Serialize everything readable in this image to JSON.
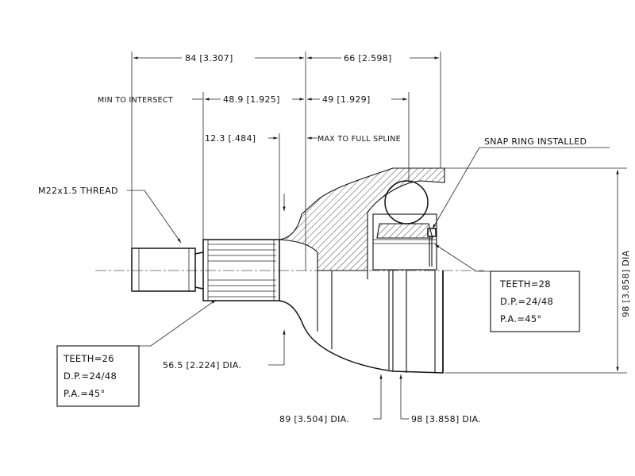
{
  "dimensions": {
    "top_left": "84 [3.307]",
    "top_right": "66 [2.598]",
    "min_intersect_label": "MIN TO INTERSECT",
    "min_intersect_value": "48.9 [1.925]",
    "second_right": "49 [1.929]",
    "spline_value": "12.3 [.484]",
    "spline_label": "MAX TO FULL SPLINE",
    "dia_56": "56.5 [2.224] DIA.",
    "dia_89": "89 [3.504] DIA.",
    "dia_98_bottom": "98 [3.858] DIA.",
    "dia_98_right": "98 [3.858] DIA"
  },
  "labels": {
    "thread": "M22x1.5 THREAD",
    "snap_ring": "SNAP RING INSTALLED"
  },
  "spec_left": {
    "teeth": "TEETH=26",
    "dp": "D.P.=24/48",
    "pa": "P.A.=45°"
  },
  "spec_right": {
    "teeth": "TEETH=28",
    "dp": "D.P.=24/48",
    "pa": "P.A.=45°"
  }
}
